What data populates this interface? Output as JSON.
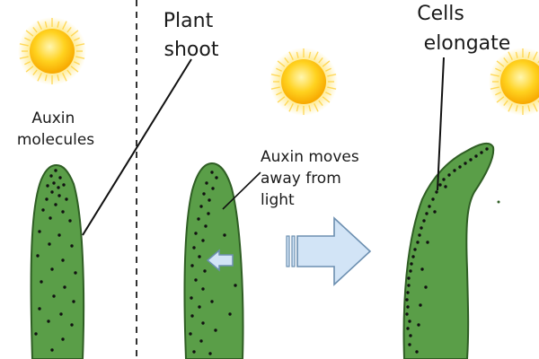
{
  "labels": {
    "plant_shoot": [
      "Plant",
      "shoot"
    ],
    "cells_elongate": [
      "Cells",
      "elongate"
    ],
    "auxin_molecules": [
      "Auxin",
      "molecules"
    ],
    "auxin_moves": [
      "Auxin moves",
      "away from",
      "light"
    ]
  },
  "colors": {
    "shoot_fill": "#5a9e48",
    "shoot_stroke": "#2f5e24",
    "auxin_dot": "#111111",
    "sun_core": "#ffc400",
    "sun_glow": "#ffd94a",
    "arrow_fill": "#d2e4f6",
    "arrow_stroke": "#6c8fb0",
    "divider": "#333333",
    "pointer_line": "#111111"
  },
  "icons": [
    "sun-icon",
    "arrow-right-icon",
    "arrow-left-icon"
  ]
}
